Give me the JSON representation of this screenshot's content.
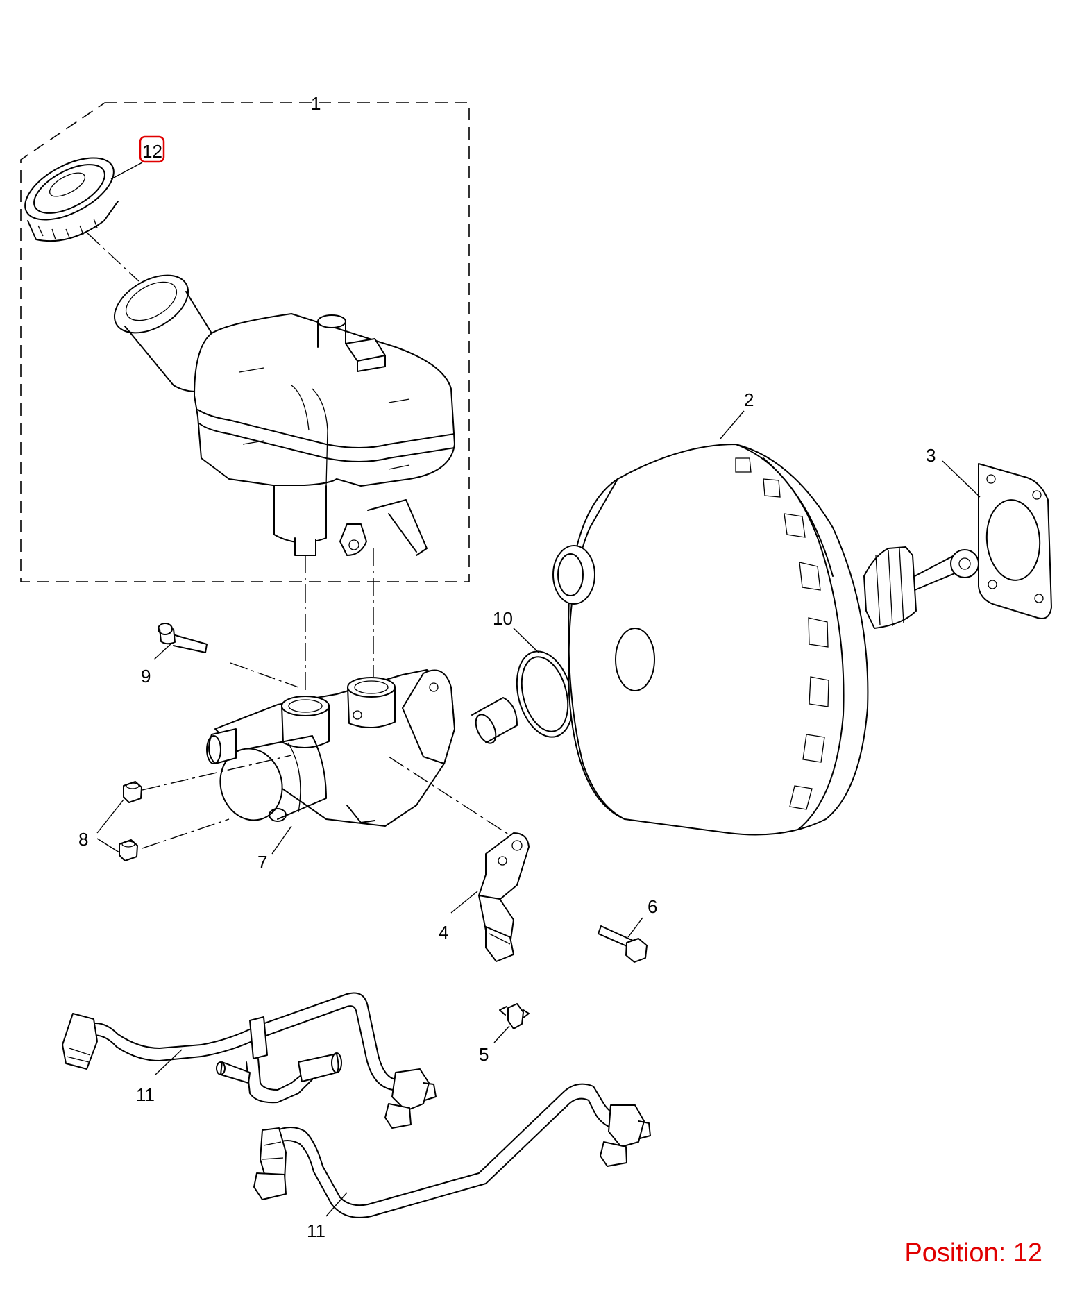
{
  "labels": {
    "l1": "1",
    "l2": "2",
    "l3": "3",
    "l4": "4",
    "l5": "5",
    "l6": "6",
    "l7": "7",
    "l8": "8",
    "l9": "9",
    "l10": "10",
    "l11a": "11",
    "l11b": "11",
    "l12": "12"
  },
  "highlight": {
    "label": "12",
    "color": "#e00000"
  },
  "position": {
    "text": "Position: 12",
    "color": "#e00000"
  }
}
